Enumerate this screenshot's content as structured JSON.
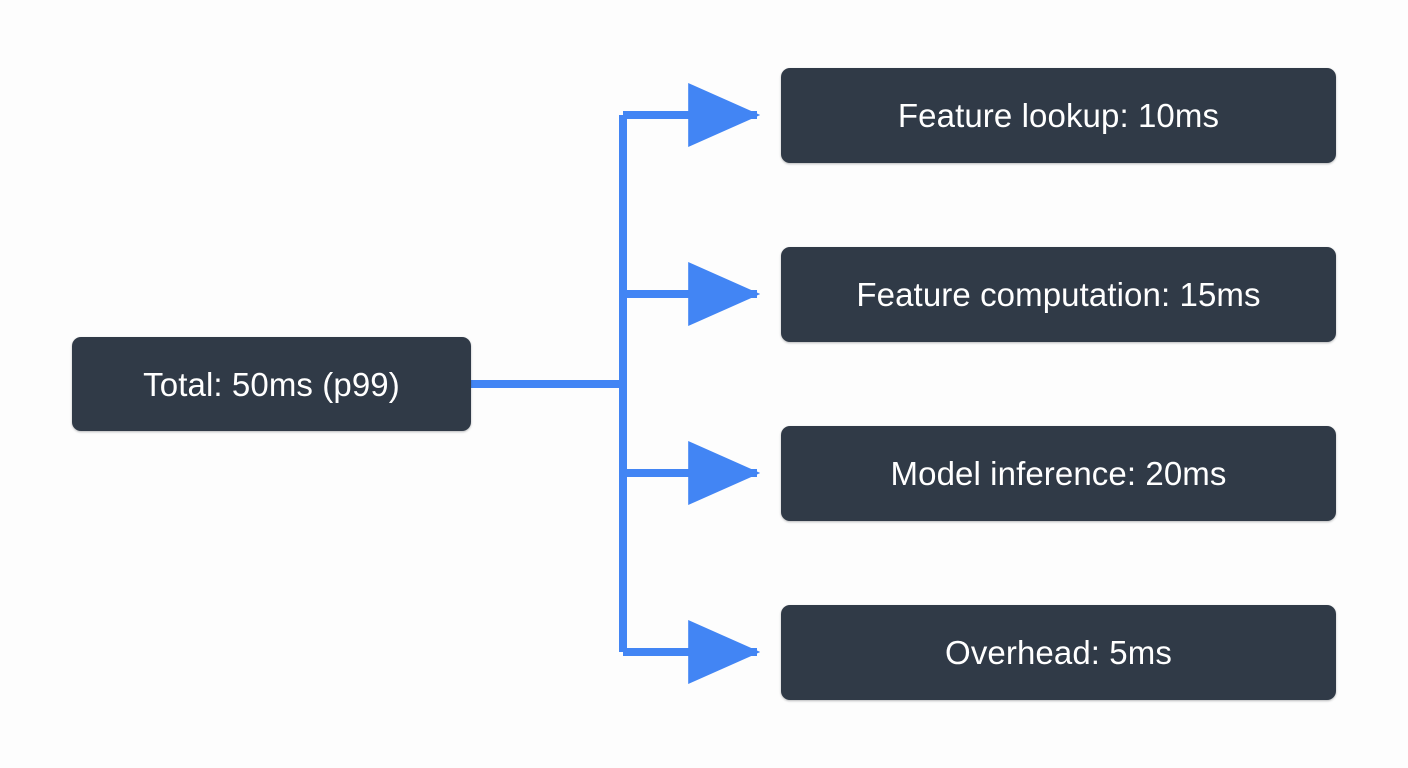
{
  "diagram": {
    "type": "flowchart-tree",
    "orientation": "left-to-right",
    "background_color": "#fdfdfd",
    "node_fill_color": "#303a47",
    "node_text_color": "#ffffff",
    "connector_color": "#4285f4",
    "root": {
      "id": "root",
      "label": "Total: 50ms (p99)"
    },
    "children": [
      {
        "id": "child-0",
        "label": "Feature lookup: 10ms"
      },
      {
        "id": "child-1",
        "label": "Feature computation: 15ms"
      },
      {
        "id": "child-2",
        "label": "Model inference: 20ms"
      },
      {
        "id": "child-3",
        "label": "Overhead: 5ms"
      }
    ]
  }
}
